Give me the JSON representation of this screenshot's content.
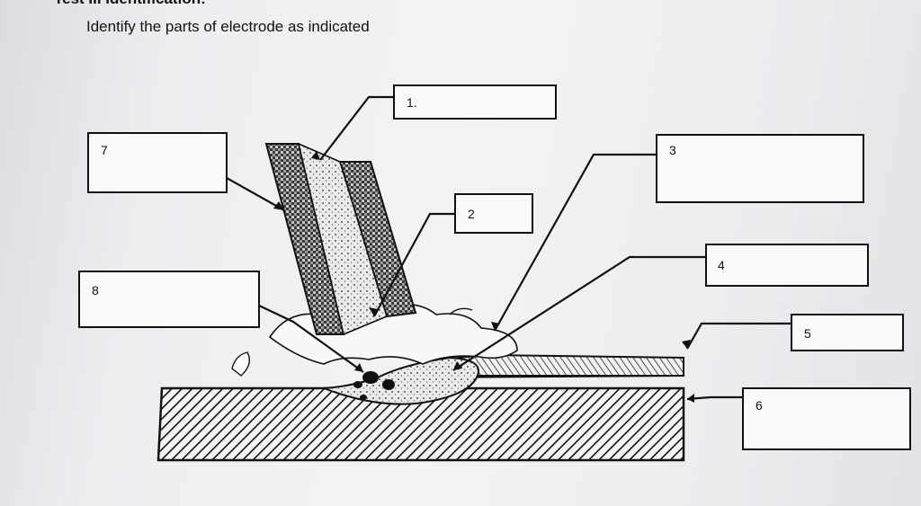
{
  "header": {
    "section_title": "Test III Identification:",
    "instruction": "Identify the parts of electrode as indicated"
  },
  "callouts": [
    {
      "id": "1",
      "label": "1."
    },
    {
      "id": "2",
      "label": "2"
    },
    {
      "id": "3",
      "label": "3"
    },
    {
      "id": "4",
      "label": "4"
    },
    {
      "id": "5",
      "label": "5"
    },
    {
      "id": "6",
      "label": "6"
    },
    {
      "id": "7",
      "label": "7"
    },
    {
      "id": "8",
      "label": "8"
    }
  ],
  "colors": {
    "ink": "#111111",
    "paper": "#f0f0f3",
    "bleed_through": "#a9a9b2"
  }
}
